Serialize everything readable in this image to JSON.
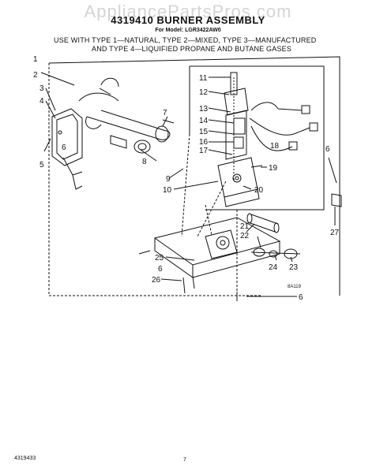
{
  "watermark": "AppliancePartsPros.com",
  "header": {
    "title": "4319410 BURNER ASSEMBLY",
    "model": "For Model: LGR3422AW0",
    "usage_line1": "USE WITH TYPE 1—NATURAL, TYPE 2—MIXED, TYPE 3—MANUFACTURED",
    "usage_line2": "AND TYPE 4—LIQUIFIED PROPANE AND BUTANE GASES"
  },
  "diagram": {
    "callouts": [
      "1",
      "2",
      "3",
      "4",
      "5",
      "6",
      "7",
      "8",
      "9",
      "10",
      "11",
      "12",
      "13",
      "14",
      "15",
      "16",
      "17",
      "18",
      "19",
      "20",
      "21",
      "22",
      "23",
      "24",
      "25",
      "26",
      "27"
    ],
    "drawing_code": "8A119"
  },
  "footer": {
    "doc_number": "4319433",
    "page_number": "7"
  }
}
